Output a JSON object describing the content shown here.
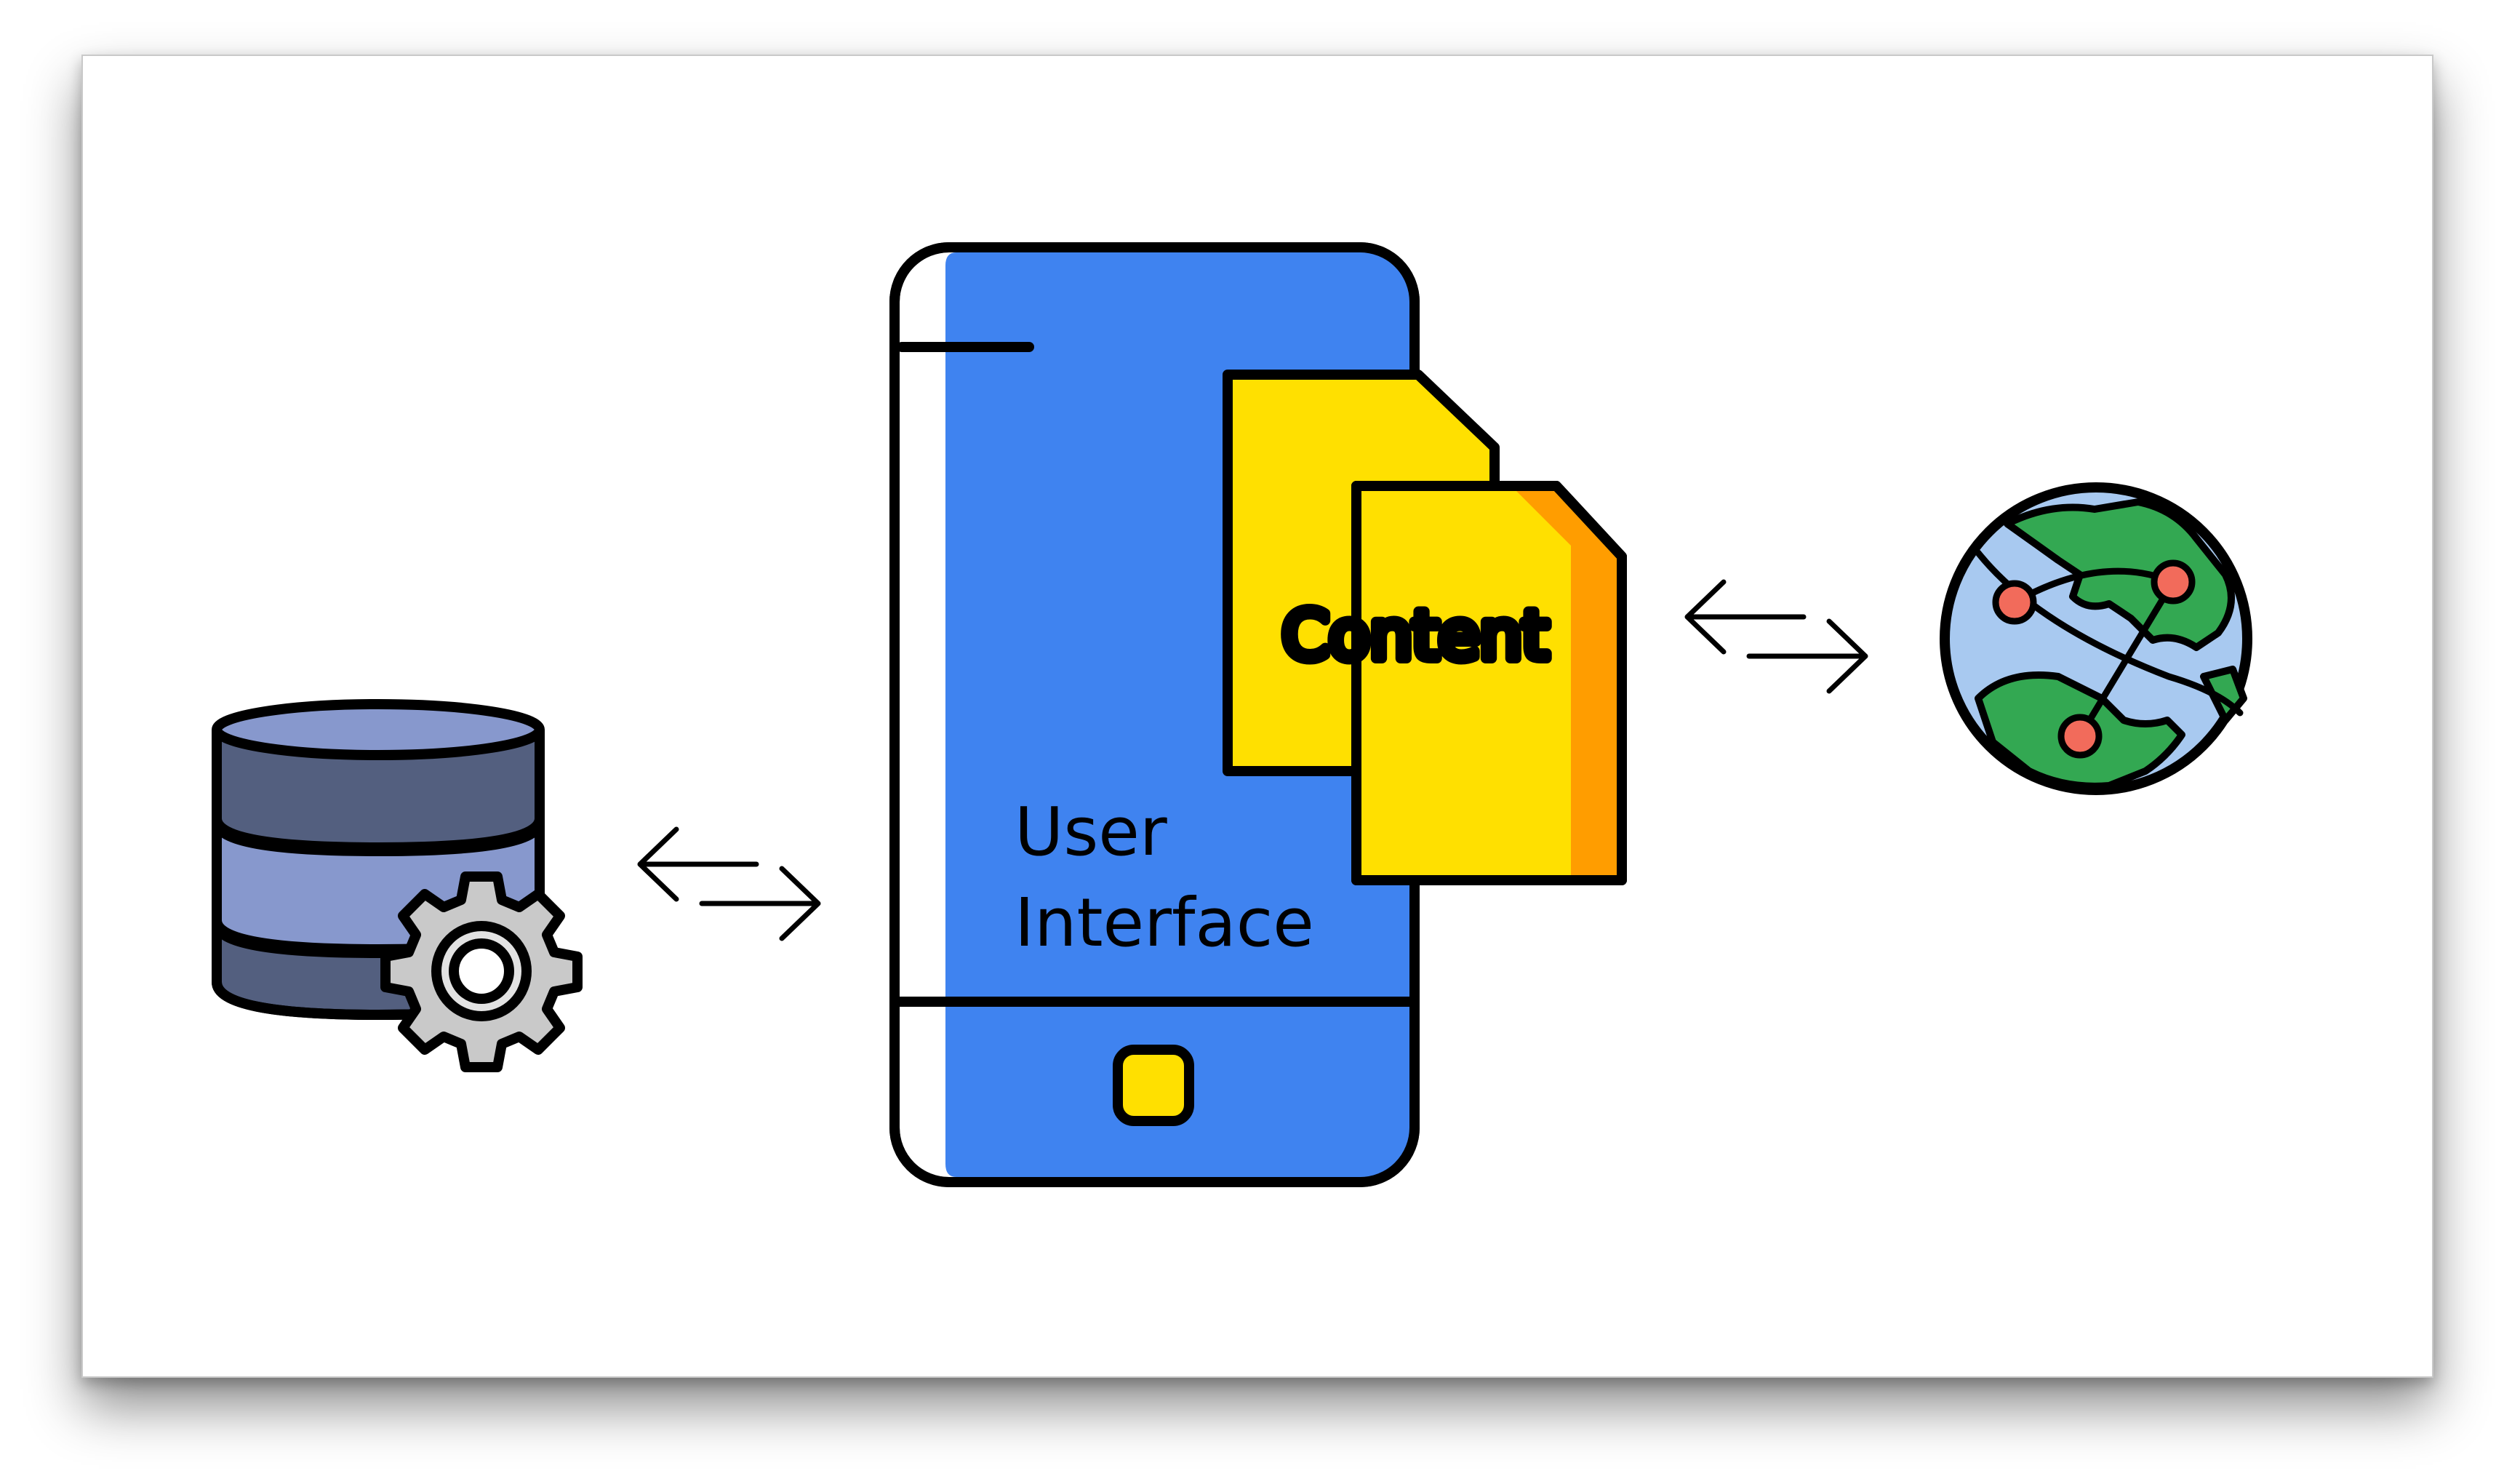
{
  "labels": {
    "content": "Content",
    "ui_line1": "User",
    "ui_line2": "Interface"
  },
  "colors": {
    "phone_blue": "#3f83f0",
    "doc_yellow": "#ffe000",
    "doc_fold_orange": "#ff9d00",
    "db_dark": "#535f7f",
    "db_light": "#8798cd",
    "gear_gray": "#c9c9c9",
    "globe_ocean": "#a8c9f0",
    "globe_land": "#33a852",
    "node_red": "#f26b5b",
    "button_yellow": "#ffe000"
  },
  "icons": {
    "database": "database-gear-icon",
    "phone": "smartphone-icon",
    "documents": "documents-icon",
    "globe": "globe-network-icon",
    "arrows_left": "bidirectional-arrows-icon",
    "arrows_right": "bidirectional-arrows-icon"
  }
}
